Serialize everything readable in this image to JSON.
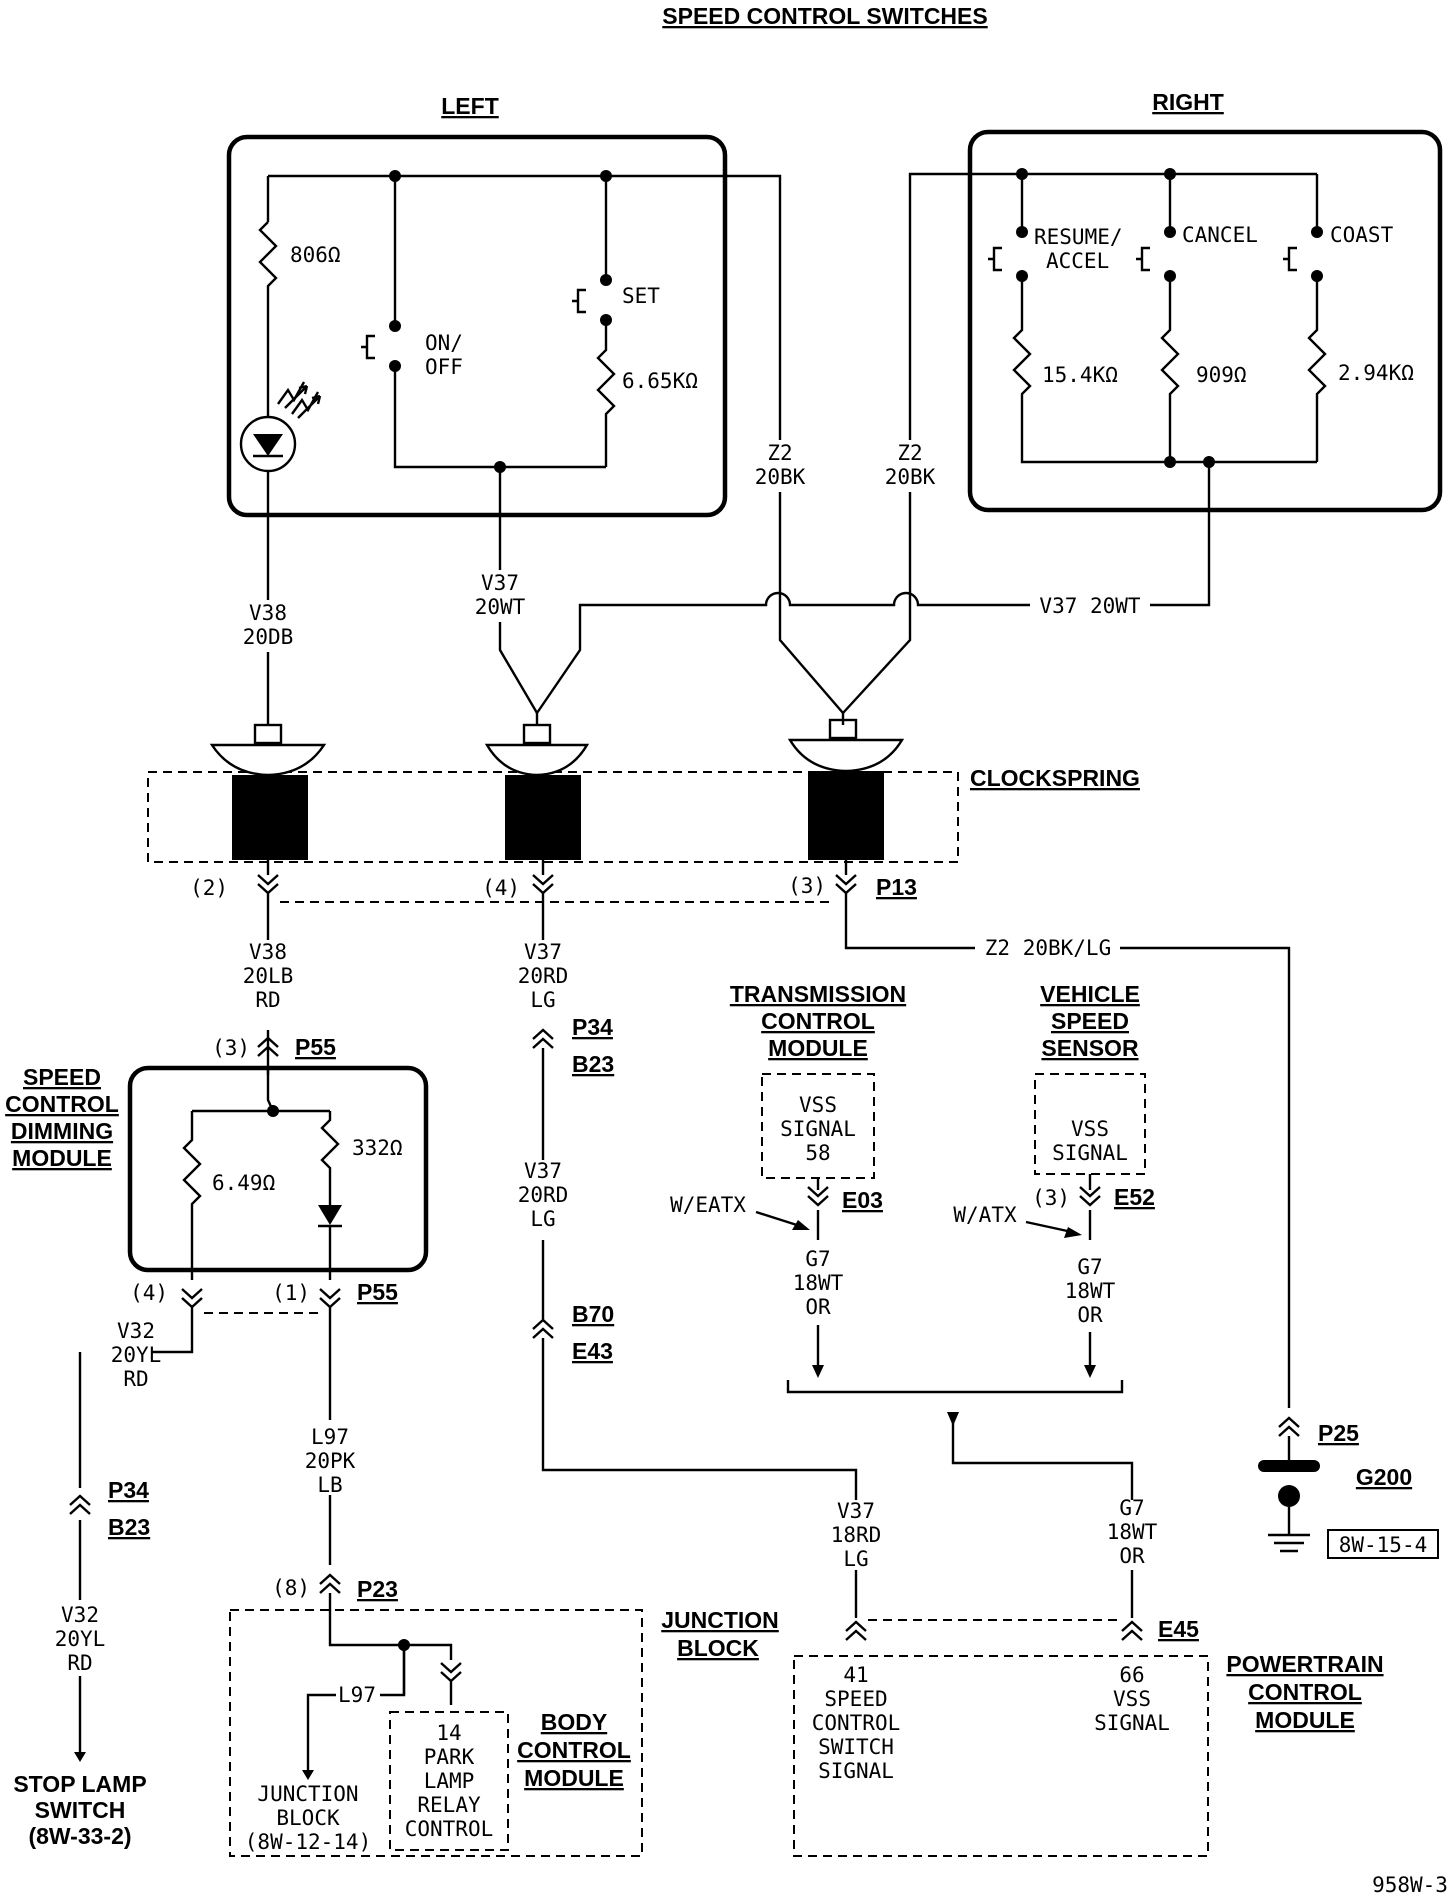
{
  "title": "SPEED CONTROL SWITCHES",
  "left_switch": {
    "label": "LEFT",
    "r_led": "806Ω",
    "onoff": [
      "ON/",
      "OFF"
    ],
    "set": "SET",
    "r_set": "6.65KΩ"
  },
  "right_switch": {
    "label": "RIGHT",
    "resume": [
      "RESUME/",
      "ACCEL"
    ],
    "cancel": "CANCEL",
    "coast": "COAST",
    "r_resume": "15.4KΩ",
    "r_cancel": "909Ω",
    "r_coast": "2.94KΩ"
  },
  "wires": {
    "z2_a": [
      "Z2",
      "20BK"
    ],
    "z2_b": [
      "Z2",
      "20BK"
    ],
    "v38_top": [
      "V38",
      "20DB"
    ],
    "v37_top": [
      "V37",
      "20WT"
    ],
    "v37_right": "V37 20WT",
    "v38_mid": [
      "V38",
      "20LB",
      "RD"
    ],
    "v37_mid": [
      "V37",
      "20RD",
      "LG"
    ],
    "v37_mid2": [
      "V37",
      "20RD",
      "LG"
    ],
    "z2_ground": "Z2 20BK/LG",
    "v32_a": [
      "V32",
      "20YL",
      "RD"
    ],
    "v32_b": [
      "V32",
      "20YL",
      "RD"
    ],
    "l97_a": [
      "L97",
      "20PK",
      "LB"
    ],
    "l97_b": "L97",
    "g7_a": [
      "G7",
      "18WT",
      "OR"
    ],
    "g7_b": [
      "G7",
      "18WT",
      "OR"
    ],
    "v37_bot": [
      "V37",
      "18RD",
      "LG"
    ],
    "g7_bot": [
      "G7",
      "18WT",
      "OR"
    ]
  },
  "clockspring": {
    "label": "CLOCKSPRING",
    "pins": [
      "(2)",
      "(4)",
      "(3)"
    ],
    "connector": "P13"
  },
  "dimming_module": {
    "label": [
      "SPEED",
      "CONTROL",
      "DIMMING",
      "MODULE"
    ],
    "top_pin": "(3)",
    "top_conn": "P55",
    "r1": "6.49Ω",
    "r2": "332Ω",
    "pin4": "(4)",
    "pin1": "(1)",
    "bottom_conn": "P55"
  },
  "connectors": {
    "p34_a": "P34",
    "b23_a": "B23",
    "b70": "B70",
    "e43": "E43",
    "p34_b": "P34",
    "b23_b": "B23",
    "p23_pin": "(8)",
    "p23": "P23",
    "p25": "P25",
    "e03": "E03",
    "e52_pin": "(3)",
    "e52": "E52",
    "e45": "E45"
  },
  "tcm": {
    "label": [
      "TRANSMISSION",
      "CONTROL",
      "MODULE"
    ],
    "box": [
      "VSS",
      "SIGNAL",
      "58"
    ],
    "note": "W/EATX"
  },
  "vss": {
    "label": [
      "VEHICLE",
      "SPEED",
      "SENSOR"
    ],
    "box": [
      "VSS",
      "SIGNAL"
    ],
    "note": "W/ATX"
  },
  "ground": {
    "label": "G200",
    "ref": "8W-15-4"
  },
  "stop_lamp": [
    "STOP LAMP",
    "SWITCH",
    "(8W-33-2)"
  ],
  "junction_block": {
    "label": [
      "JUNCTION",
      "BLOCK"
    ],
    "jb_ref": [
      "JUNCTION",
      "BLOCK",
      "(8W-12-14)"
    ],
    "relay": [
      "14",
      "PARK",
      "LAMP",
      "RELAY",
      "CONTROL"
    ]
  },
  "bcm": [
    "BODY",
    "CONTROL",
    "MODULE"
  ],
  "pcm": {
    "label": [
      "POWERTRAIN",
      "CONTROL",
      "MODULE"
    ],
    "pin41": [
      "41",
      "SPEED",
      "CONTROL",
      "SWITCH",
      "SIGNAL"
    ],
    "pin66": [
      "66",
      "VSS",
      "SIGNAL"
    ]
  },
  "figure_id": "958W-3"
}
